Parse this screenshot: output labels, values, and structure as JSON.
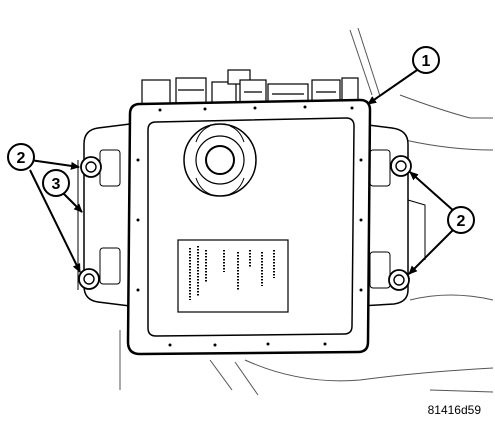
{
  "callouts": {
    "c1": "1",
    "c2_left": "2",
    "c3": "3",
    "c2_right": "2"
  },
  "figure_id": "81416d59",
  "colors": {
    "line": "#000000",
    "background": "#ffffff",
    "light_line": "#555555"
  }
}
